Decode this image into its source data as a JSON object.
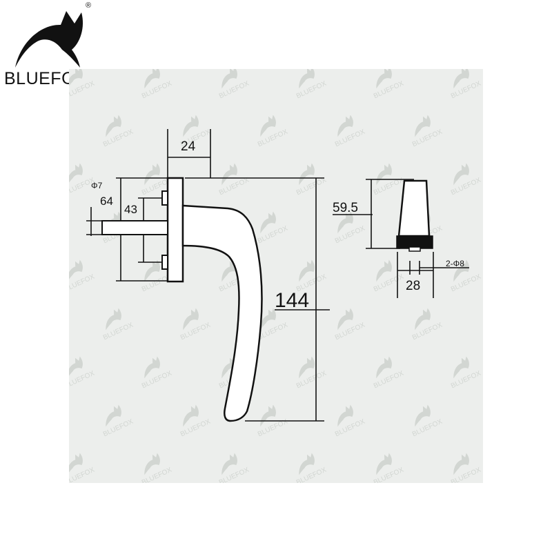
{
  "brand": {
    "name": "BLUEFOX",
    "registered_mark": "®",
    "logo_icon": "fox-head-icon"
  },
  "watermark": {
    "text": "BLUEFOX",
    "icon": "fox-head-icon"
  },
  "dimensions": {
    "base_width": "24",
    "spindle_diameter": "Φ7",
    "base_length": "64",
    "hole_spacing": "43",
    "handle_length": "144",
    "side_height": "59.5",
    "side_width": "28",
    "screw_holes": "2-Φ8"
  },
  "colors": {
    "line": "#111111",
    "panel": "#eceeec",
    "watermark": "#d2d6d2"
  }
}
